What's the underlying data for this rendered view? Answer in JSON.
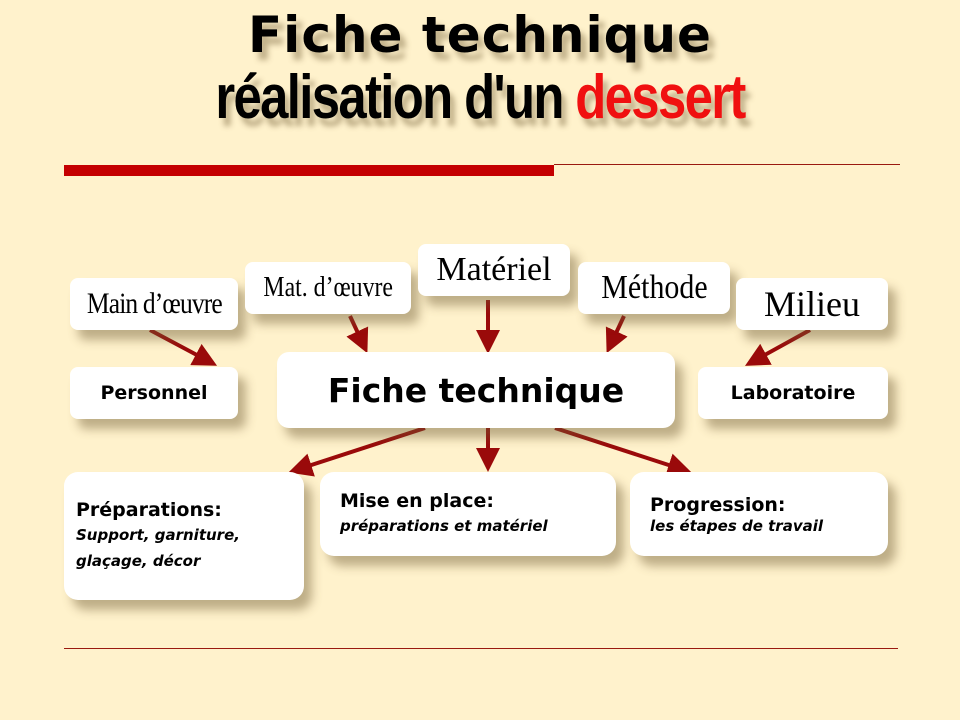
{
  "title": {
    "line1": "Fiche technique",
    "line2_prefix": "réalisation d'un ",
    "line2_accent": "dessert",
    "accent_color": "#F01010"
  },
  "colors": {
    "background": "#FFF2CC",
    "rule": "#C40000",
    "arrow": "#9A0A0A",
    "box": "#FFFFFF"
  },
  "top_nodes": [
    {
      "label": "Main d’œuvre"
    },
    {
      "label": "Mat. d’œuvre"
    },
    {
      "label": "Matériel"
    },
    {
      "label": "Méthode"
    },
    {
      "label": "Milieu"
    }
  ],
  "middle_nodes": {
    "left": "Personnel",
    "center": "Fiche technique",
    "right": "Laboratoire"
  },
  "bottom_nodes": [
    {
      "heading": "Préparations:",
      "lines": [
        "Support, garniture,",
        "glaçage, décor"
      ]
    },
    {
      "heading": "Mise en place:",
      "lines": [
        "préparations et matériel"
      ]
    },
    {
      "heading": "Progression:",
      "lines": [
        "les étapes de travail"
      ]
    }
  ]
}
